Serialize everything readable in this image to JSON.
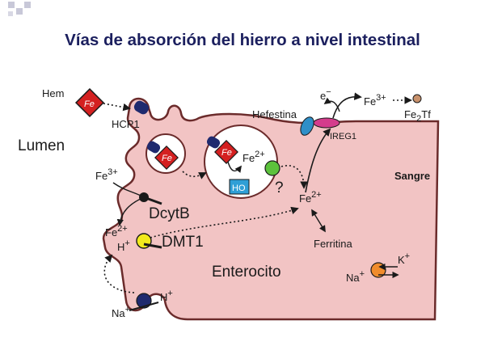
{
  "title": "Vías de absorción del hierro a nivel intestinal",
  "regions": {
    "lumen": "Lumen",
    "sangre": "Sangre",
    "enterocito": "Enterocito"
  },
  "labels": {
    "hem": "Hem",
    "hcp1": "HCP1",
    "fe_hem": "Fe",
    "fe_vesicle": "Fe",
    "ho": "HO",
    "question": "?",
    "fe3_lumen": {
      "base": "Fe",
      "sup": "3+"
    },
    "dcytb": "DcytB",
    "fe2_lumen": {
      "base": "Fe",
      "sup": "2+"
    },
    "h_dmt1": {
      "base": "H",
      "sup": "+"
    },
    "dmt1": "DMT1",
    "h_lower": {
      "base": "H",
      "sup": "+"
    },
    "na_lower": {
      "base": "Na",
      "sup": "+"
    },
    "fe2_vesicle": {
      "base": "Fe",
      "sup": "2+"
    },
    "fe2_cytosol": {
      "base": "Fe",
      "sup": "2+"
    },
    "ferritina": "Ferritina",
    "hefestina": "Hefestina",
    "electron": {
      "base": "e",
      "sup": "−"
    },
    "ireg1": "IREG1",
    "fe3_blood": {
      "base": "Fe",
      "sup": "3+"
    },
    "fe2tf": {
      "base": "Fe",
      "sub": "2",
      "rest": "Tf"
    },
    "k_pump": {
      "base": "K",
      "sup": "+"
    },
    "na_pump": {
      "base": "Na",
      "sup": "+"
    }
  },
  "colors": {
    "cell_fill": "#f2c4c4",
    "cell_stroke": "#6b2b2b",
    "title": "#1b1f5e",
    "fe_square": "#d42020",
    "transporter": "#1f2a6e",
    "dmt1": "#f2ea1c",
    "ho_box": "#2f9fd6",
    "ireg1": "#d43c8c",
    "hefestina": "#2f8fc8",
    "green_carrier": "#5cc23c",
    "pump": "#f08c2c",
    "fe2tf_ball": "#c8916c"
  }
}
